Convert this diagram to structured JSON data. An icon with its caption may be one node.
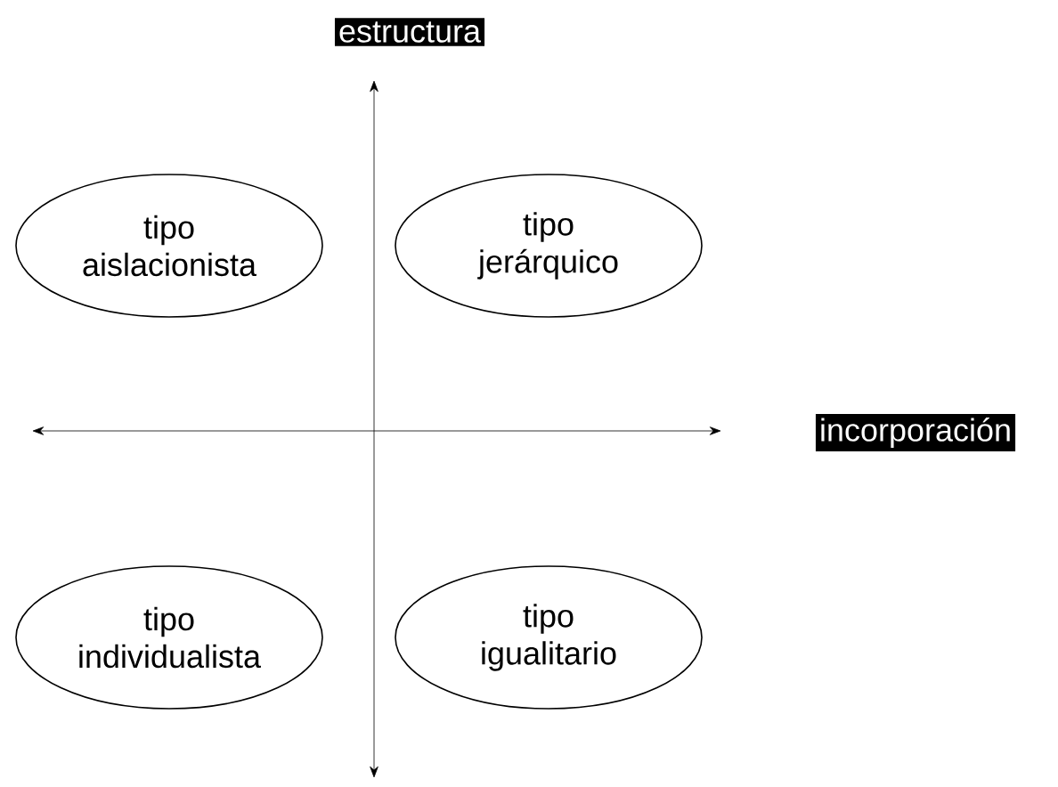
{
  "diagram": {
    "nodes": [
      {
        "text": [
          "estructura"
        ]
      },
      {
        "text": [
          "incorporación"
        ]
      },
      {
        "text": [
          "tipo aislacionista"
        ]
      },
      {
        "text": [
          "tipo jerárquico"
        ]
      },
      {
        "text": [
          "tipo individualista"
        ]
      },
      {
        "text": [
          "tipo igualitario"
        ]
      }
    ],
    "edges": []
  }
}
